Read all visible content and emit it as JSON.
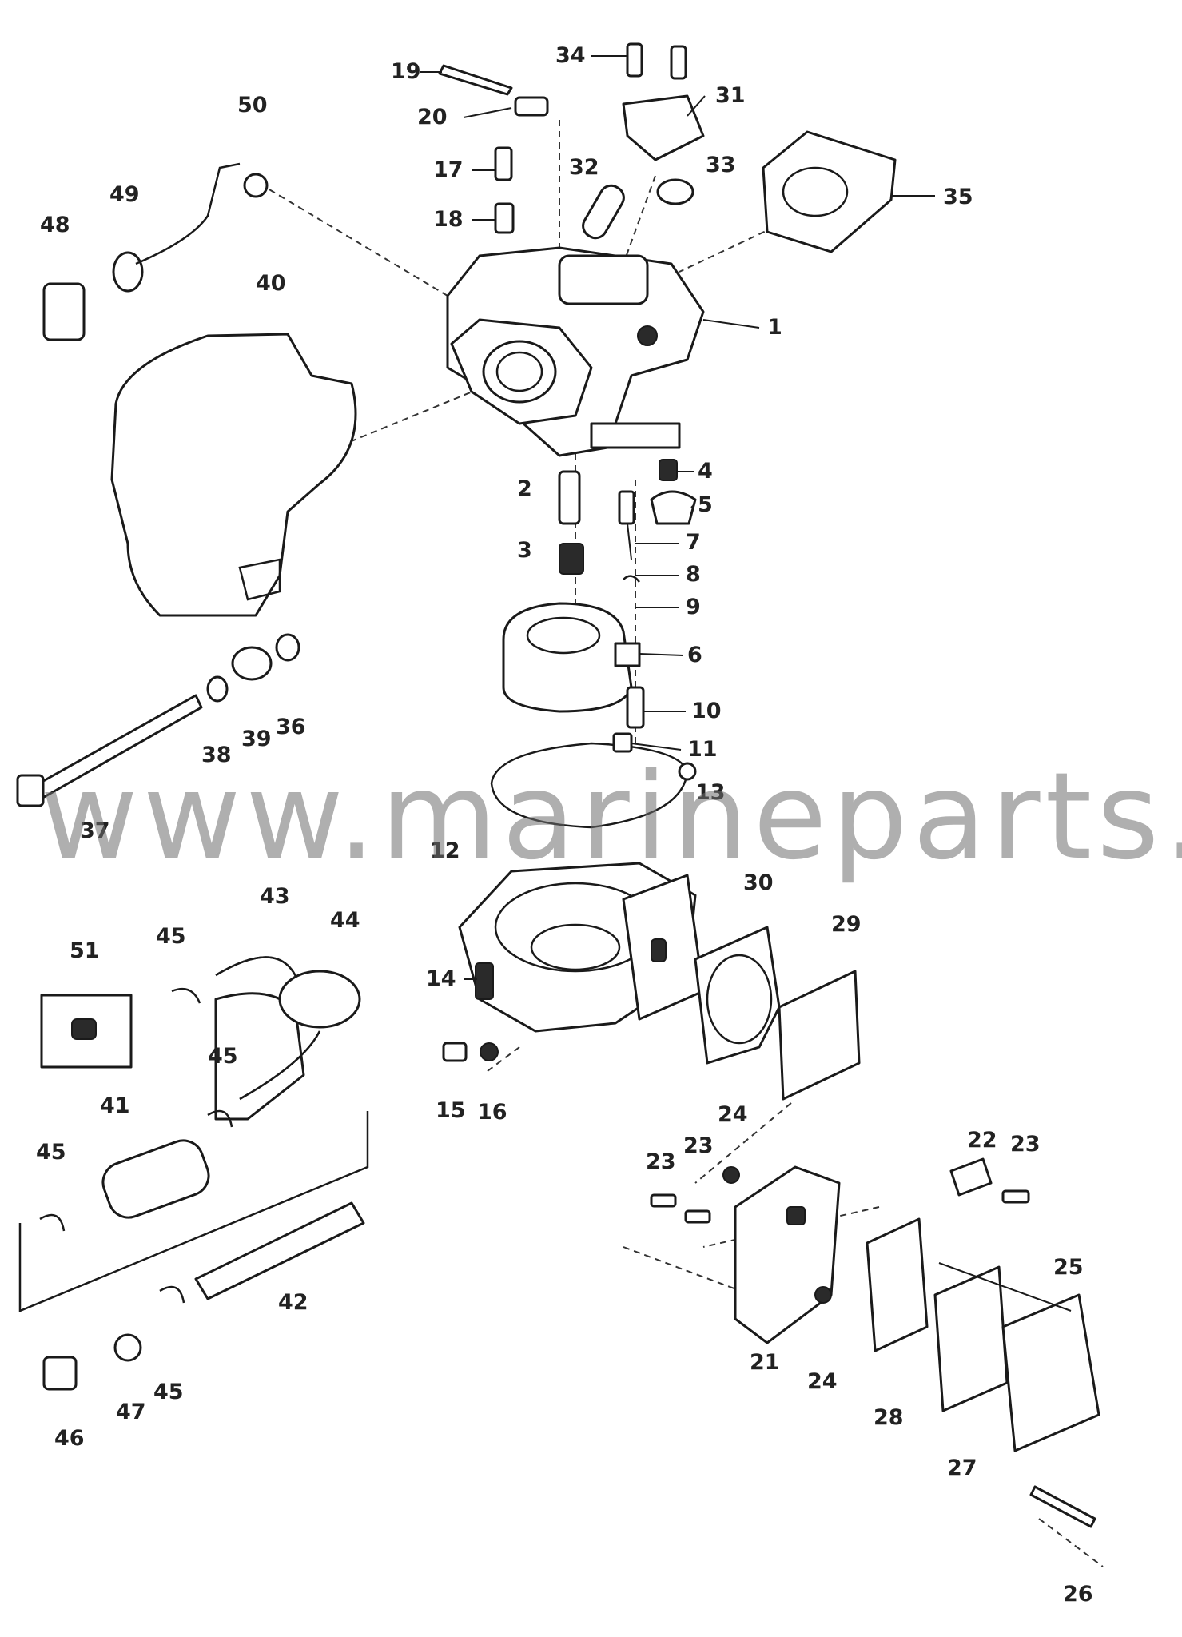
{
  "watermark": "www.marineparts.eu",
  "callouts": [
    {
      "id": "1",
      "label": "1"
    },
    {
      "id": "2",
      "label": "2"
    },
    {
      "id": "3",
      "label": "3"
    },
    {
      "id": "4",
      "label": "4"
    },
    {
      "id": "5",
      "label": "5"
    },
    {
      "id": "6",
      "label": "6"
    },
    {
      "id": "7",
      "label": "7"
    },
    {
      "id": "8",
      "label": "8"
    },
    {
      "id": "9",
      "label": "9"
    },
    {
      "id": "10",
      "label": "10"
    },
    {
      "id": "11",
      "label": "11"
    },
    {
      "id": "12",
      "label": "12"
    },
    {
      "id": "13",
      "label": "13"
    },
    {
      "id": "14",
      "label": "14"
    },
    {
      "id": "15",
      "label": "15"
    },
    {
      "id": "16",
      "label": "16"
    },
    {
      "id": "17",
      "label": "17"
    },
    {
      "id": "18",
      "label": "18"
    },
    {
      "id": "19",
      "label": "19"
    },
    {
      "id": "20",
      "label": "20"
    },
    {
      "id": "21",
      "label": "21"
    },
    {
      "id": "22",
      "label": "22"
    },
    {
      "id": "23a",
      "label": "23"
    },
    {
      "id": "23b",
      "label": "23"
    },
    {
      "id": "23c",
      "label": "23"
    },
    {
      "id": "24a",
      "label": "24"
    },
    {
      "id": "24b",
      "label": "24"
    },
    {
      "id": "25",
      "label": "25"
    },
    {
      "id": "26",
      "label": "26"
    },
    {
      "id": "27",
      "label": "27"
    },
    {
      "id": "28",
      "label": "28"
    },
    {
      "id": "29",
      "label": "29"
    },
    {
      "id": "30",
      "label": "30"
    },
    {
      "id": "31",
      "label": "31"
    },
    {
      "id": "32",
      "label": "32"
    },
    {
      "id": "33",
      "label": "33"
    },
    {
      "id": "34",
      "label": "34"
    },
    {
      "id": "35",
      "label": "35"
    },
    {
      "id": "36",
      "label": "36"
    },
    {
      "id": "37",
      "label": "37"
    },
    {
      "id": "38",
      "label": "38"
    },
    {
      "id": "39",
      "label": "39"
    },
    {
      "id": "40",
      "label": "40"
    },
    {
      "id": "41",
      "label": "41"
    },
    {
      "id": "42",
      "label": "42"
    },
    {
      "id": "43",
      "label": "43"
    },
    {
      "id": "44",
      "label": "44"
    },
    {
      "id": "45a",
      "label": "45"
    },
    {
      "id": "45b",
      "label": "45"
    },
    {
      "id": "45c",
      "label": "45"
    },
    {
      "id": "45d",
      "label": "45"
    },
    {
      "id": "46",
      "label": "46"
    },
    {
      "id": "47",
      "label": "47"
    },
    {
      "id": "48",
      "label": "48"
    },
    {
      "id": "49",
      "label": "49"
    },
    {
      "id": "50",
      "label": "50"
    },
    {
      "id": "51",
      "label": "51"
    }
  ]
}
